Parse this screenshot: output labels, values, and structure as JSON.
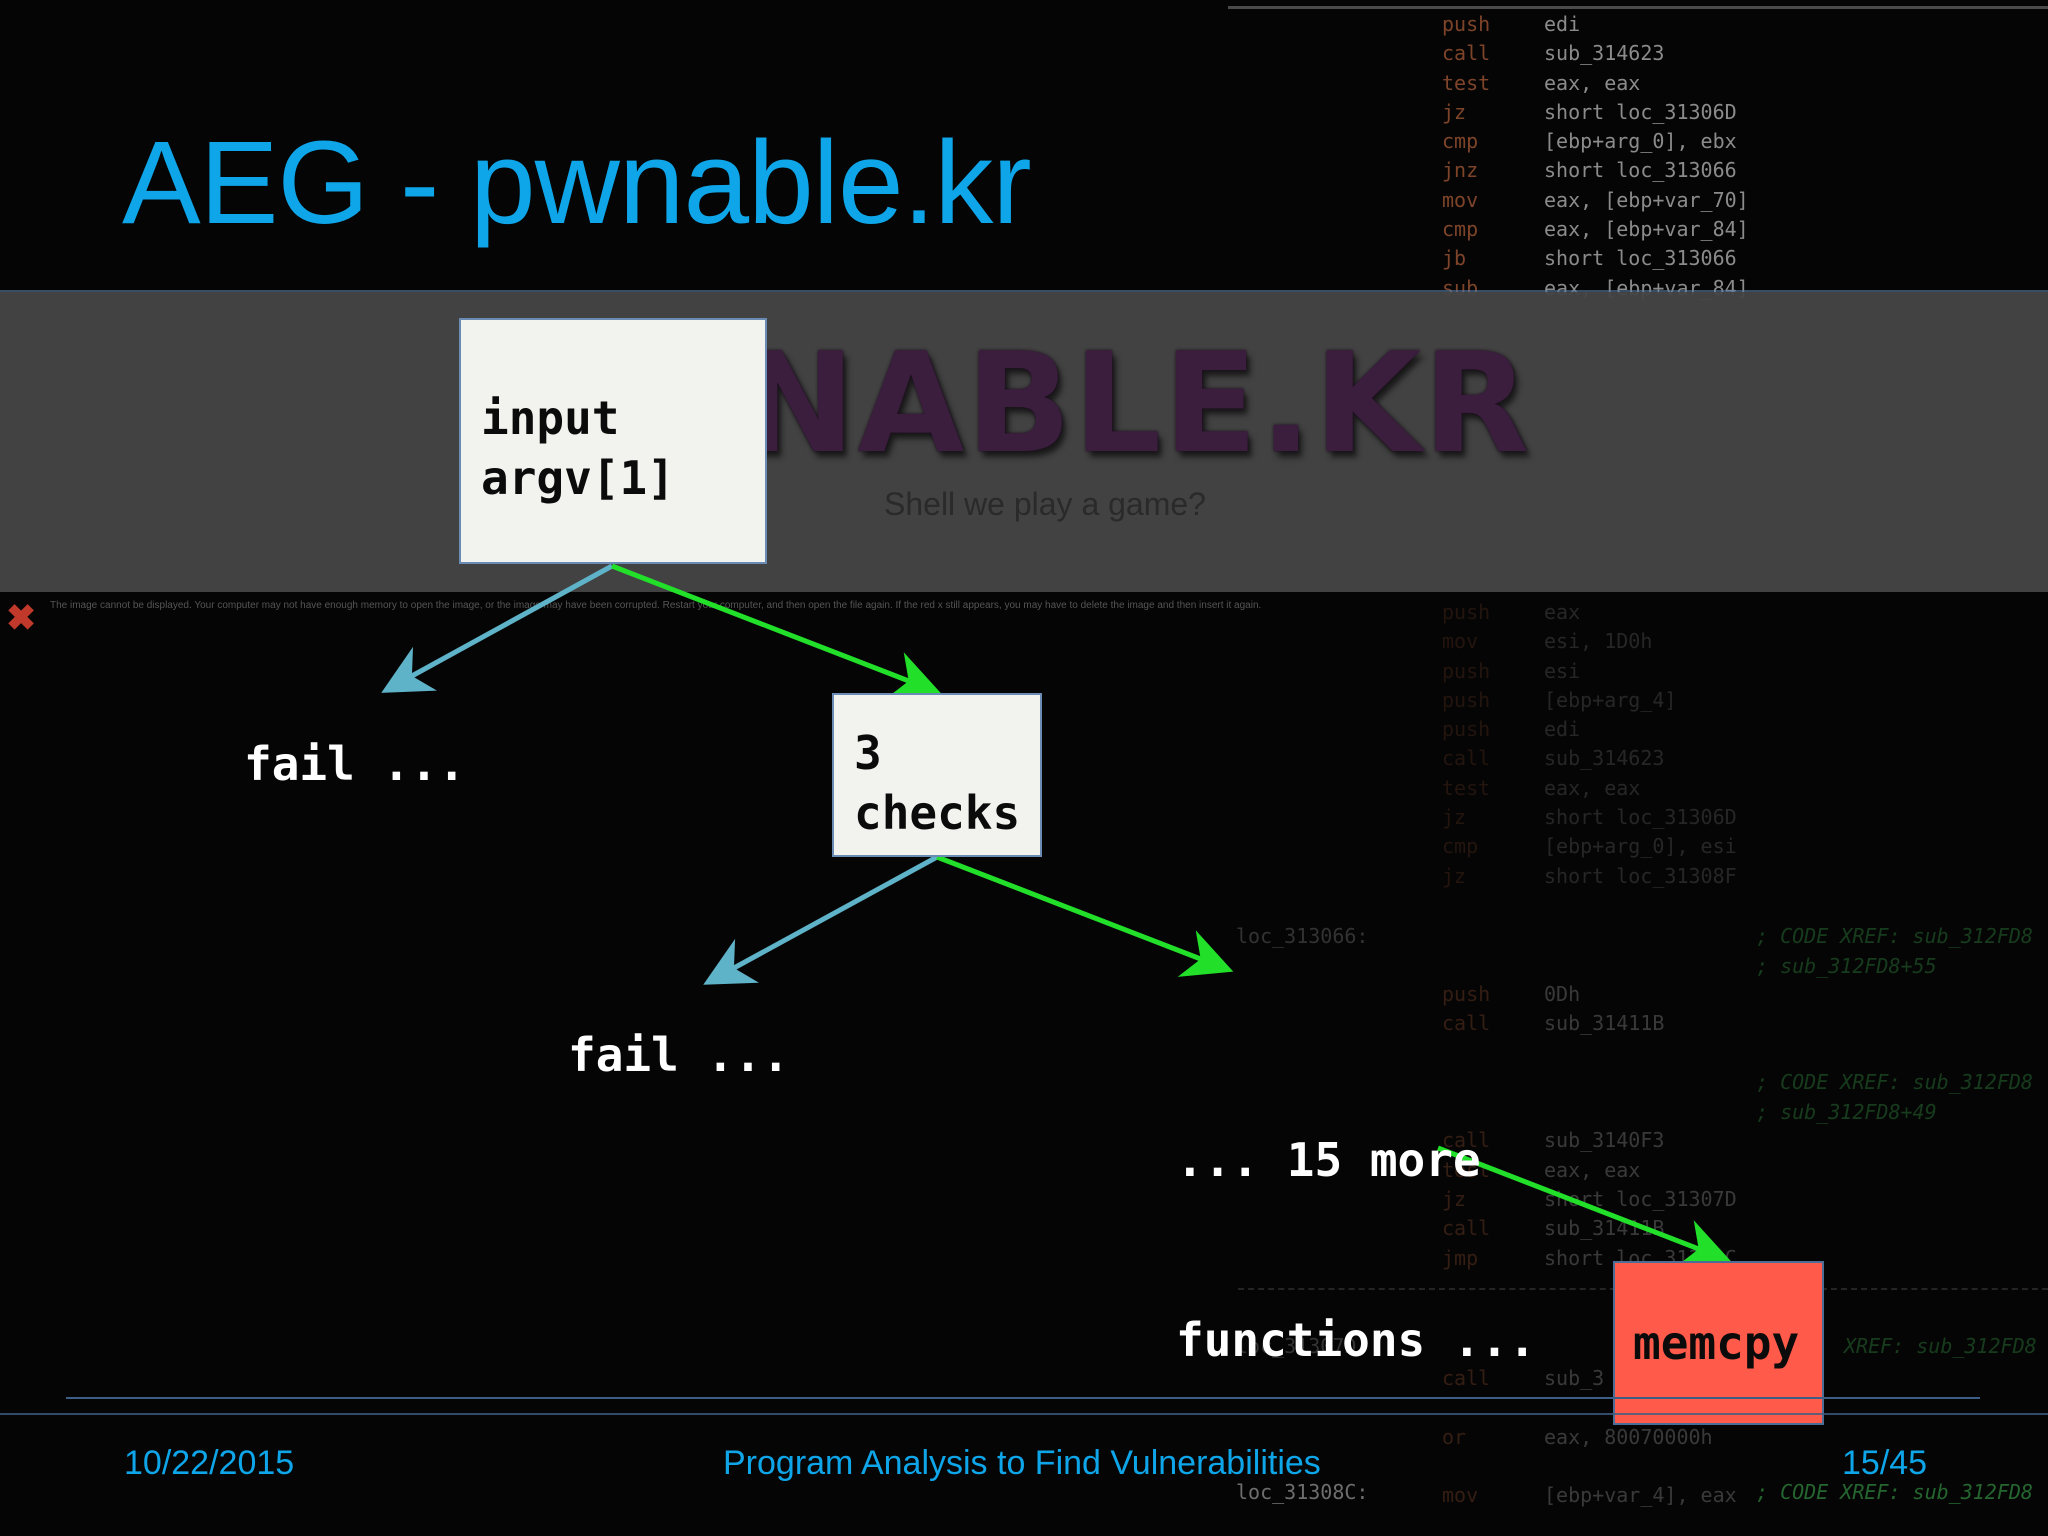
{
  "slide": {
    "title": "AEG - pwnable.kr",
    "footer": {
      "date": "10/22/2015",
      "center": "Program Analysis to Find Vulnerabilities",
      "page": "15/45"
    }
  },
  "banner": {
    "logo_text": "NABLE.KR",
    "tagline": "Shell we play a game?",
    "broken_image_message": "The image cannot be displayed. Your computer may not have enough memory to open the image, or the image may have been corrupted. Restart your computer, and then open the file again. If the red x still appears, you may have to delete the image and then insert it again."
  },
  "diagram": {
    "nodes": {
      "input": [
        "input",
        "argv[1]"
      ],
      "checks": [
        "3",
        "checks"
      ],
      "memcpy": "memcpy"
    },
    "labels": {
      "fail_1": "fail ...",
      "fail_2": "fail ...",
      "more": [
        "... 15 more",
        "functions ..."
      ]
    },
    "edge_colors": {
      "fail": "#5fb3c9",
      "pass": "#22e02a"
    }
  },
  "background_code": {
    "top": [
      [
        "push",
        "edi"
      ],
      [
        "call",
        "sub_314623"
      ],
      [
        "test",
        "eax, eax"
      ],
      [
        "jz",
        "short loc_31306D"
      ],
      [
        "cmp",
        "[ebp+arg_0], ebx"
      ],
      [
        "jnz",
        "short loc_313066"
      ],
      [
        "mov",
        "eax, [ebp+var_70]"
      ],
      [
        "cmp",
        "eax, [ebp+var_84]"
      ],
      [
        "jb",
        "short loc_313066"
      ],
      [
        "sub",
        "eax, [ebp+var_84]"
      ]
    ],
    "mid": [
      [
        "push",
        "eax"
      ],
      [
        "mov",
        "esi, 1D0h"
      ],
      [
        "push",
        "esi"
      ],
      [
        "push",
        "[ebp+arg_4]"
      ],
      [
        "push",
        "edi"
      ],
      [
        "call",
        "sub_314623"
      ],
      [
        "test",
        "eax, eax"
      ],
      [
        "jz",
        "short loc_31306D"
      ],
      [
        "cmp",
        "[ebp+arg_0], esi"
      ],
      [
        "jz",
        "short loc_31308F"
      ]
    ],
    "low": [
      [
        "push",
        "0Dh"
      ],
      [
        "call",
        "sub_31411B"
      ],
      [
        "",
        ""
      ],
      [
        "",
        ""
      ],
      [
        "",
        ""
      ],
      [
        "call",
        "sub_3140F3"
      ],
      [
        "test",
        "eax, eax"
      ],
      [
        "jz",
        "short loc_31307D"
      ],
      [
        "call",
        "sub_31411B"
      ],
      [
        "jmp",
        "short loc_31308C"
      ]
    ],
    "tail": [
      [
        "call",
        "sub_3"
      ],
      [
        "",
        ""
      ],
      [
        "or",
        "eax, 80070000h"
      ],
      [
        "",
        ""
      ],
      [
        "mov",
        "[ebp+var_4], eax"
      ]
    ],
    "locs": [
      "loc_313066:",
      "loc_31307D:",
      "loc_31308C:"
    ],
    "xrefs": [
      "; CODE XREF: sub_312FD8",
      "; sub_312FD8+55",
      "; CODE XREF: sub_312FD8",
      "; sub_312FD8+49",
      "XREF: sub_312FD8",
      "; CODE XREF: sub_312FD8"
    ]
  }
}
